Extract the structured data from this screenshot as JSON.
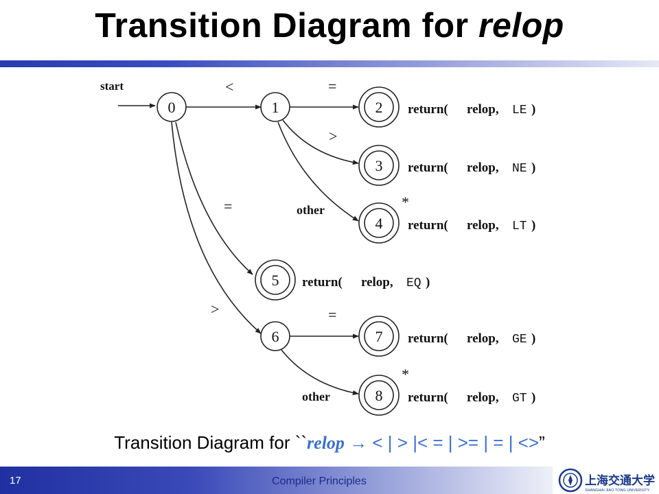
{
  "title": {
    "main": "Transition Diagram for ",
    "emph": "relop"
  },
  "diagram": {
    "start_label": "start",
    "states": [
      {
        "id": "0",
        "label": "0"
      },
      {
        "id": "1",
        "label": "1"
      },
      {
        "id": "2",
        "label": "2"
      },
      {
        "id": "3",
        "label": "3"
      },
      {
        "id": "4",
        "label": "4"
      },
      {
        "id": "5",
        "label": "5"
      },
      {
        "id": "6",
        "label": "6"
      },
      {
        "id": "7",
        "label": "7"
      },
      {
        "id": "8",
        "label": "8"
      }
    ],
    "edges": [
      {
        "from": "0",
        "to": "1",
        "label": "<"
      },
      {
        "from": "1",
        "to": "2",
        "label": "="
      },
      {
        "from": "1",
        "to": "3",
        "label": ">"
      },
      {
        "from": "1",
        "to": "4",
        "label": "other"
      },
      {
        "from": "0",
        "to": "5",
        "label": "="
      },
      {
        "from": "0",
        "to": "6",
        "label": ">"
      },
      {
        "from": "6",
        "to": "7",
        "label": "="
      },
      {
        "from": "6",
        "to": "8",
        "label": "other"
      }
    ],
    "retract_mark": "*",
    "actions": [
      {
        "state": "2",
        "ret": "return(",
        "name": "relop,",
        "code": "LE",
        "close": ")"
      },
      {
        "state": "3",
        "ret": "return(",
        "name": "relop,",
        "code": "NE",
        "close": ")"
      },
      {
        "state": "4",
        "ret": "return(",
        "name": "relop,",
        "code": "LT",
        "close": ")"
      },
      {
        "state": "5",
        "ret": "return(",
        "name": "relop,",
        "code": "EQ",
        "close": ")"
      },
      {
        "state": "7",
        "ret": "return(",
        "name": "relop,",
        "code": "GE",
        "close": ")"
      },
      {
        "state": "8",
        "ret": "return(",
        "name": "relop,",
        "code": "GT",
        "close": ")"
      }
    ]
  },
  "caption": {
    "prefix": "Transition Diagram for ``",
    "relop": "relop",
    "arrow": "→",
    "ops": " < | > |< = | >= | = | <>",
    "suffix": "”"
  },
  "footer": {
    "page_number": "17",
    "course": "Compiler Principles",
    "logo_text": "上海交通大学",
    "logo_sub": "SHANGHAI JIAO TONG UNIVERSITY"
  },
  "colors": {
    "title_bar": "#3a4cc0",
    "caption_accent": "#3a6fd0",
    "footer_bar": "#2030a0",
    "footer_text": "#1a2a8a",
    "logo": "#1a3a8a"
  }
}
